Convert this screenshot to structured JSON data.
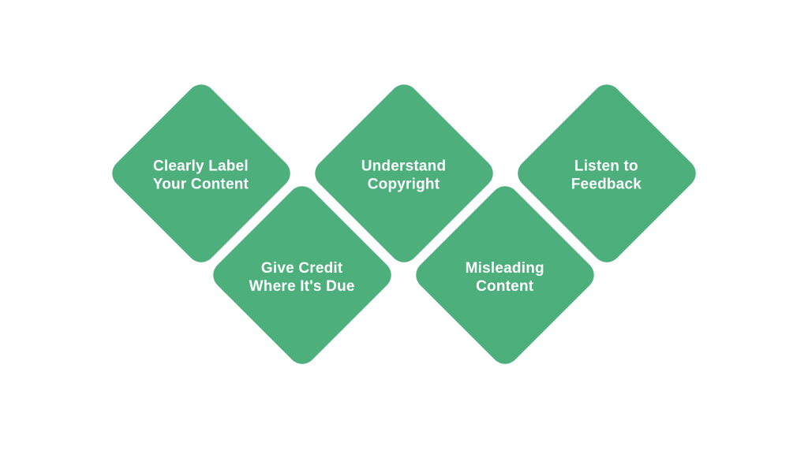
{
  "colors": {
    "background": "#ffffff",
    "diamond_green": "#4daf7c",
    "label_text": "#ffffff"
  },
  "diamonds": [
    {
      "lines": [
        "Clearly Label",
        "Your Content"
      ]
    },
    {
      "lines": [
        "Understand",
        "Copyright"
      ]
    },
    {
      "lines": [
        "Listen to",
        "Feedback"
      ]
    },
    {
      "lines": [
        "Give Credit",
        "Where It's Due"
      ]
    },
    {
      "lines": [
        "Misleading",
        "Content"
      ]
    }
  ]
}
